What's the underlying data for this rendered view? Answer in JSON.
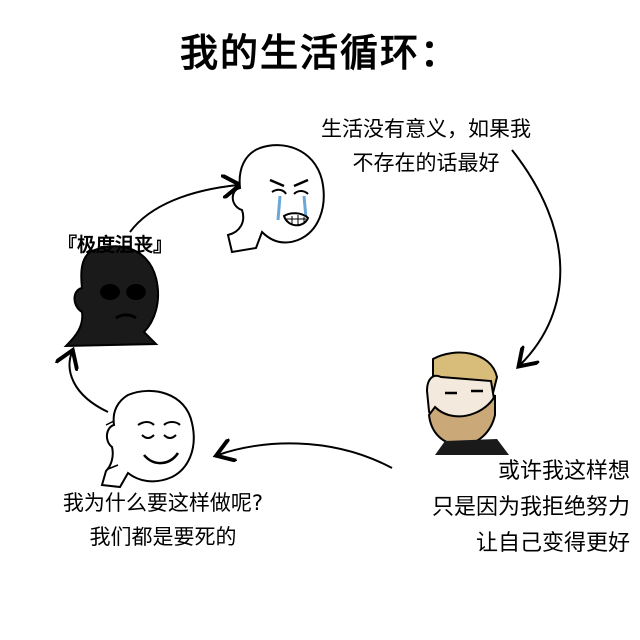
{
  "title": "我的生活循环：",
  "captions": {
    "sad_wojak": [
      "生活没有意义，如果我",
      "不存在的话最好"
    ],
    "depressed": "『极度沮丧』",
    "chad": [
      "或许我这样想",
      "只是因为我拒绝努力",
      "让自己变得更好"
    ],
    "mask_wojak": [
      "我为什么要这样做呢?",
      "我们都是要死的"
    ]
  },
  "icons": [
    "crying-wojak-icon",
    "doomer-shadow-icon",
    "yes-chad-icon",
    "mask-wojak-icon"
  ],
  "colors": {
    "ink": "#000000",
    "beard": "#caa878",
    "shadow": "#1a1a1a",
    "background": "#ffffff"
  }
}
